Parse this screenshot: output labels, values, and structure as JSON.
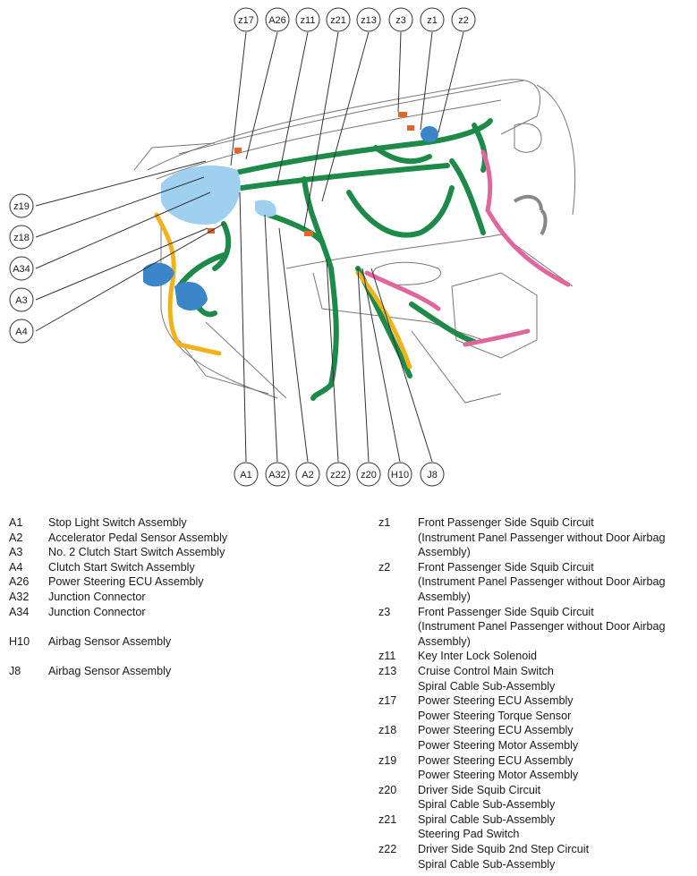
{
  "callouts": {
    "top": [
      "z17",
      "A26",
      "z11",
      "z21",
      "z13",
      "z3",
      "z1",
      "z2"
    ],
    "left": [
      "z19",
      "z18",
      "A34",
      "A3",
      "A4"
    ],
    "bottom": [
      "A1",
      "A32",
      "A2",
      "z22",
      "z20",
      "H10",
      "J8"
    ]
  },
  "legend_left": [
    {
      "code": "A1",
      "lines": [
        "Stop Light Switch Assembly"
      ]
    },
    {
      "code": "A2",
      "lines": [
        "Accelerator Pedal Sensor Assembly"
      ]
    },
    {
      "code": "A3",
      "lines": [
        "No. 2 Clutch Start Switch Assembly"
      ]
    },
    {
      "code": "A4",
      "lines": [
        "Clutch Start Switch Assembly"
      ]
    },
    {
      "code": "A26",
      "lines": [
        "Power Steering ECU Assembly"
      ]
    },
    {
      "code": "A32",
      "lines": [
        "Junction Connector"
      ]
    },
    {
      "code": "A34",
      "lines": [
        "Junction Connector"
      ]
    },
    {
      "code": "H10",
      "lines": [
        "Airbag Sensor Assembly"
      ]
    },
    {
      "code": "J8",
      "lines": [
        "Airbag Sensor Assembly"
      ]
    }
  ],
  "legend_right": [
    {
      "code": "z1",
      "lines": [
        "Front Passenger Side Squib Circuit",
        "(Instrument Panel Passenger without Door Airbag",
        "Assembly)"
      ]
    },
    {
      "code": "z2",
      "lines": [
        "Front Passenger Side Squib Circuit",
        "(Instrument Panel Passenger without Door Airbag",
        "Assembly)"
      ]
    },
    {
      "code": "z3",
      "lines": [
        "Front Passenger Side Squib Circuit",
        "(Instrument Panel Passenger without Door Airbag",
        "Assembly)"
      ]
    },
    {
      "code": "z11",
      "lines": [
        "Key Inter Lock Solenoid"
      ]
    },
    {
      "code": "z13",
      "lines": [
        "Cruise Control Main Switch",
        "Spiral Cable Sub-Assembly"
      ]
    },
    {
      "code": "z17",
      "lines": [
        "Power Steering ECU Assembly",
        "Power Steering Torque Sensor"
      ]
    },
    {
      "code": "z18",
      "lines": [
        "Power Steering ECU Assembly",
        "Power Steering Motor Assembly"
      ]
    },
    {
      "code": "z19",
      "lines": [
        "Power Steering ECU Assembly",
        "Power Steering Motor Assembly"
      ]
    },
    {
      "code": "z20",
      "lines": [
        "Driver Side Squib Circuit",
        "Spiral Cable Sub-Assembly"
      ]
    },
    {
      "code": "z21",
      "lines": [
        "Spiral Cable Sub-Assembly",
        "Steering Pad Switch"
      ]
    },
    {
      "code": "z22",
      "lines": [
        "Driver Side Squib 2nd Step Circuit",
        "Spiral Cable Sub-Assembly"
      ]
    }
  ],
  "colors": {
    "harness_green": "#1e8a4a",
    "harness_yellow": "#f2b21c",
    "harness_pink": "#e0679e",
    "component_blue": "#3a86c8",
    "light_blue": "#9fd0ef",
    "connector_orange": "#e0662a",
    "line_gray": "#555555"
  }
}
